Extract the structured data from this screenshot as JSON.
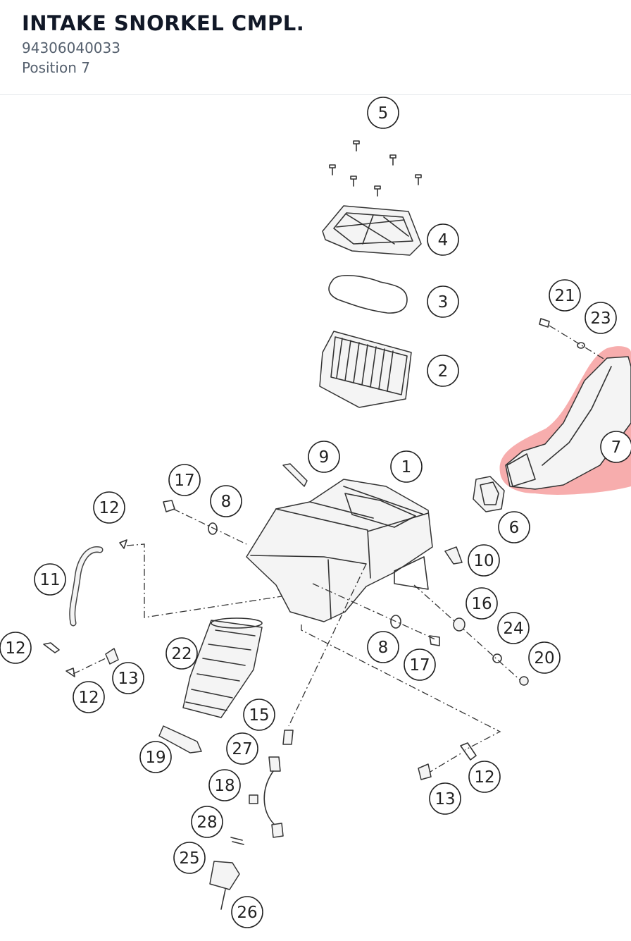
{
  "header": {
    "title": "INTAKE SNORKEL CMPL.",
    "part_number": "94306040033",
    "position": "Position 7"
  },
  "diagram": {
    "highlight_color": "#f06a6a",
    "highlighted_position": "7",
    "callouts": [
      {
        "label": "5"
      },
      {
        "label": "4"
      },
      {
        "label": "3"
      },
      {
        "label": "2"
      },
      {
        "label": "21"
      },
      {
        "label": "23"
      },
      {
        "label": "7"
      },
      {
        "label": "9"
      },
      {
        "label": "1"
      },
      {
        "label": "17"
      },
      {
        "label": "8"
      },
      {
        "label": "12"
      },
      {
        "label": "6"
      },
      {
        "label": "10"
      },
      {
        "label": "11"
      },
      {
        "label": "16"
      },
      {
        "label": "24"
      },
      {
        "label": "20"
      },
      {
        "label": "12"
      },
      {
        "label": "22"
      },
      {
        "label": "8"
      },
      {
        "label": "17"
      },
      {
        "label": "13"
      },
      {
        "label": "12"
      },
      {
        "label": "15"
      },
      {
        "label": "27"
      },
      {
        "label": "19"
      },
      {
        "label": "18"
      },
      {
        "label": "12"
      },
      {
        "label": "13"
      },
      {
        "label": "28"
      },
      {
        "label": "25"
      },
      {
        "label": "26"
      }
    ]
  }
}
